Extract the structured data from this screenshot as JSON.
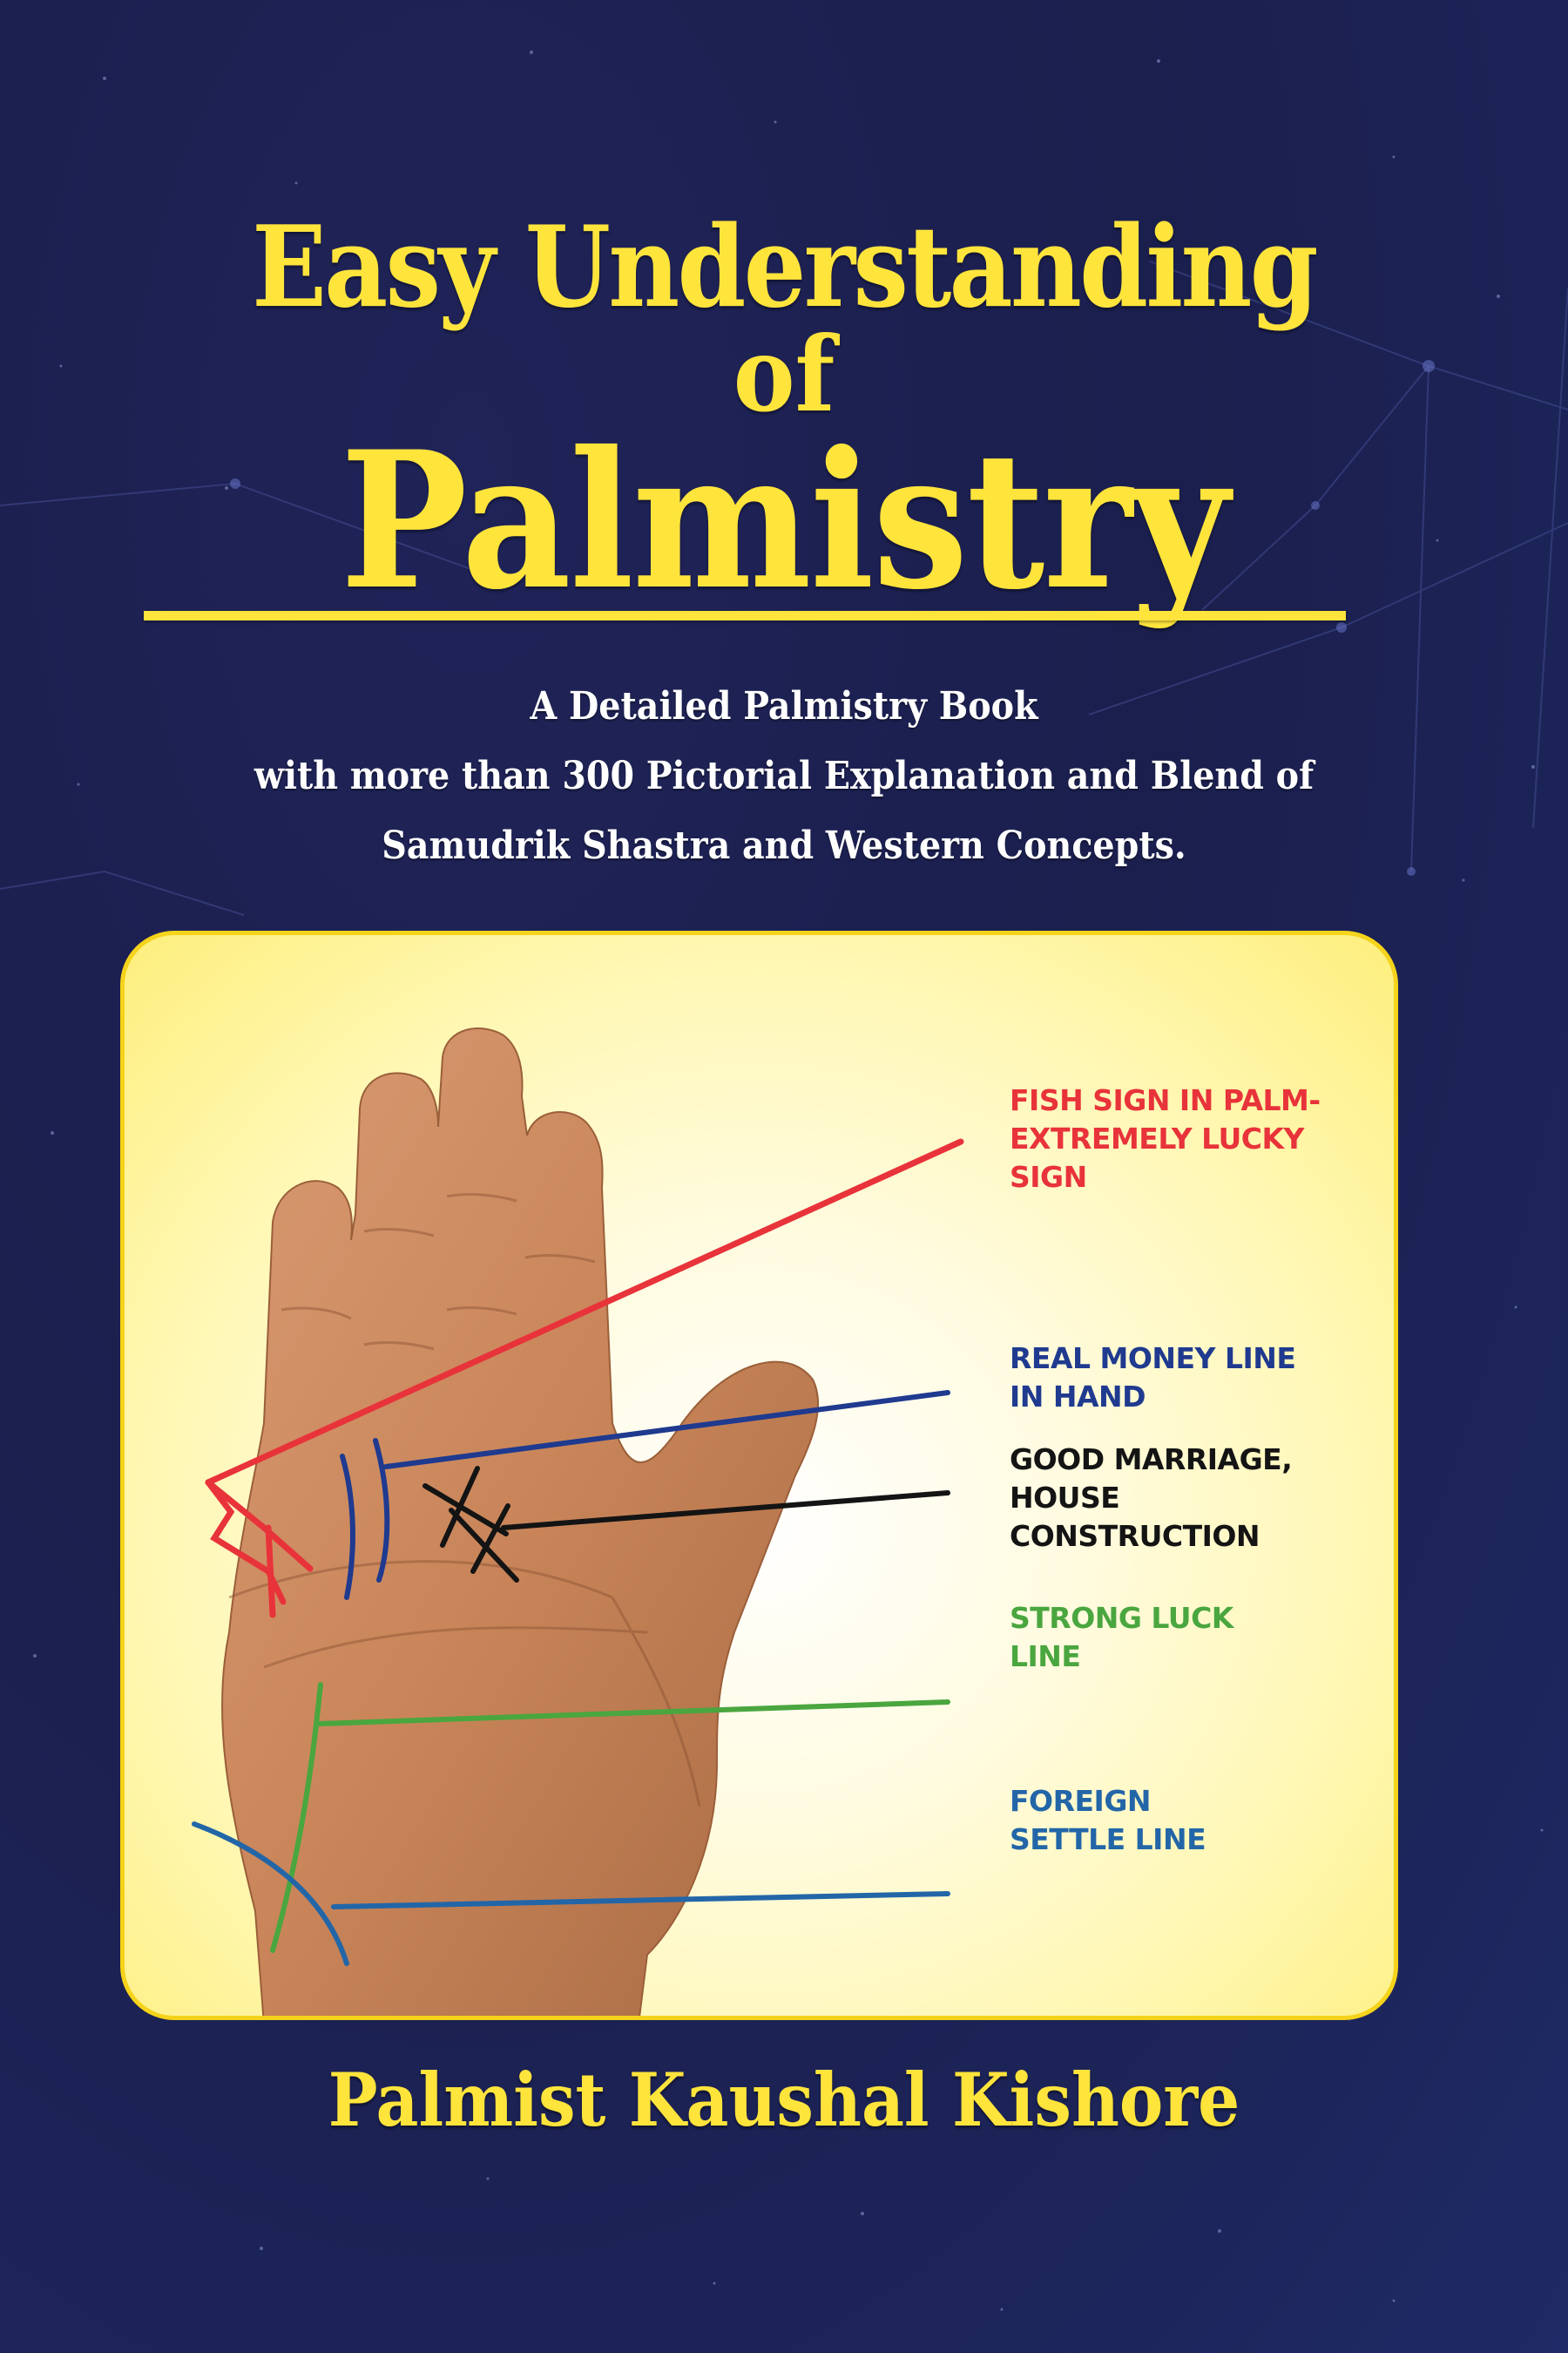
{
  "cover": {
    "title_line1": "Easy Understanding",
    "title_line2": "of",
    "title_line3": "Palmistry",
    "subtitle_line1": "A Detailed Palmistry Book",
    "subtitle_line2": "with more than 300 Pictorial Explanation and Blend of",
    "subtitle_line3": "Samudrik Shastra and Western Concepts.",
    "author": "Palmist Kaushal Kishore"
  },
  "illustration": {
    "labels": [
      {
        "text": "FISH SIGN IN PALM-\nEXTREMELY LUCKY\nSIGN",
        "color": "#e8333a"
      },
      {
        "text": "REAL MONEY LINE\nIN HAND",
        "color": "#1f3a8f"
      },
      {
        "text": "GOOD MARRIAGE,\nHOUSE\nCONSTRUCTION",
        "color": "#141414"
      },
      {
        "text": "STRONG LUCK\nLINE",
        "color": "#4aa63f"
      },
      {
        "text": "FOREIGN\nSETTLE LINE",
        "color": "#2366a8"
      }
    ]
  },
  "colors": {
    "background": "#1b1f4e",
    "title_yellow": "#ffe43c",
    "panel_border": "#f5d31a"
  }
}
